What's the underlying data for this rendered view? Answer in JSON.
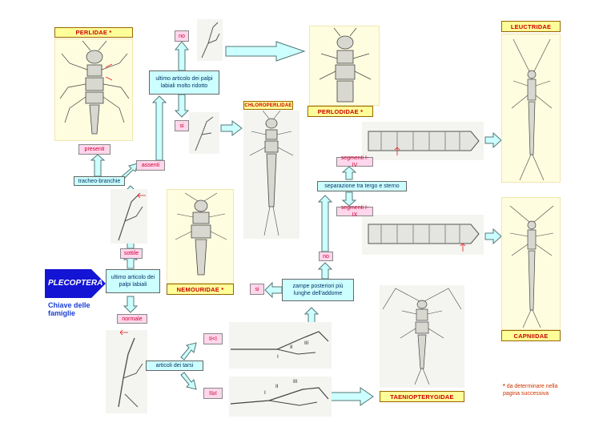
{
  "families": {
    "perlidae": "PERLIDAE *",
    "perlodidae": "PERLODIDAE *",
    "chloroperlidae": "CHLOROPERLIDAE",
    "nemouridae": "NEMOURIDAE *",
    "leuctridae": "LEUCTRIDAE",
    "capniidae": "CAPNIIDAE",
    "taeniopterygidae": "TAENIOPTERYGIDAE"
  },
  "title": {
    "main": "PLECOPTERA",
    "subtitle": "Chiave delle famiglie"
  },
  "nodes": {
    "no_top": "no",
    "ultimo_ridotto": "ultimo articolo dei palpi labiali molto ridotto",
    "si_top": "si",
    "presenti": "presenti",
    "assenti": "assenti",
    "tracheo": "tracheo-branchie",
    "sottile": "sottile",
    "ultimo_palpi": "ultimo articolo dei palpi labiali",
    "normale": "normale",
    "articoli": "articoli dei tarsi",
    "tarsi_lt": "II<I",
    "tarsi_ge": "II≥I",
    "zampe": "zampe posteriori più lunghe dell'addome",
    "no_mid": "no",
    "si_mid": "si",
    "segmenti_iv": "segmenti I-IV",
    "separazione": "separazione tra tergo e sterno",
    "segmenti_ix": "segmenti I-IX"
  },
  "leg_labels": {
    "upper": [
      "I",
      "II",
      "III"
    ],
    "lower": [
      "I",
      "II",
      "III"
    ]
  },
  "footnote": {
    "star": "*",
    "text": "da determinare nella pagina successiva"
  },
  "colors": {
    "arrow_fill": "#ccffff",
    "arrow_stroke": "#557777",
    "title_blue": "#1414d4",
    "family_red": "#cc0000"
  }
}
